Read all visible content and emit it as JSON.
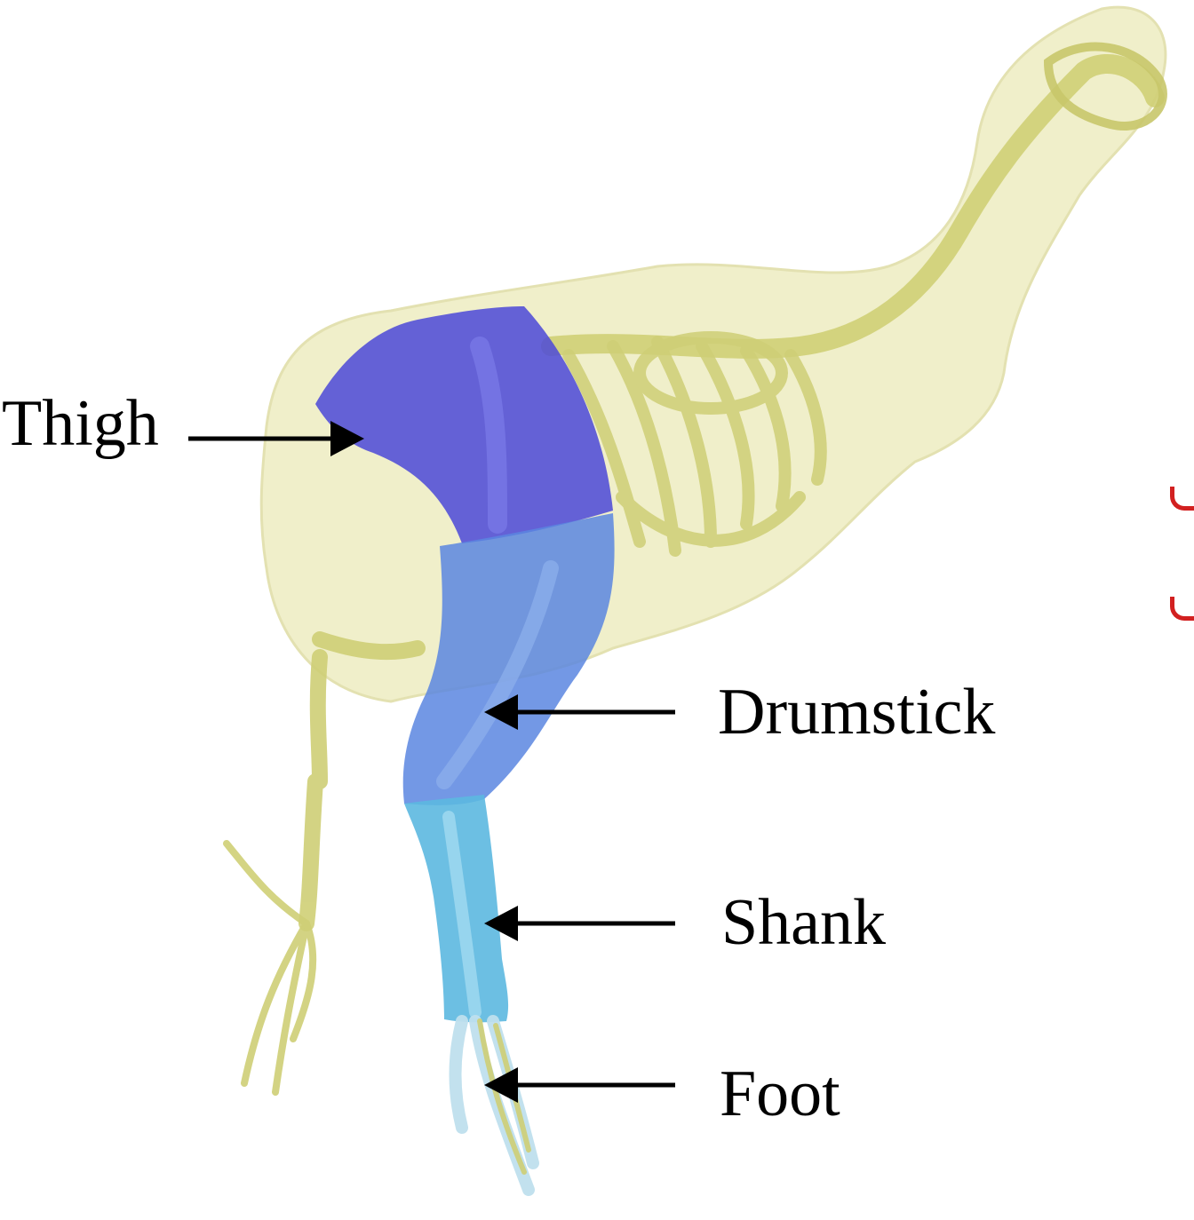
{
  "labels": {
    "thigh": "Thigh",
    "drumstick": "Drumstick",
    "shank": "Shank",
    "foot": "Foot"
  },
  "colors": {
    "background": "#ffffff",
    "body_shell": "#f0efc8",
    "skeleton": "#cfcf76",
    "thigh": "#4b48d8",
    "drumstick": "#5a86e0",
    "shank": "#5cb8e0",
    "foot": "#bfe0ee",
    "arrow": "#000000",
    "red_mark": "#d22020"
  }
}
